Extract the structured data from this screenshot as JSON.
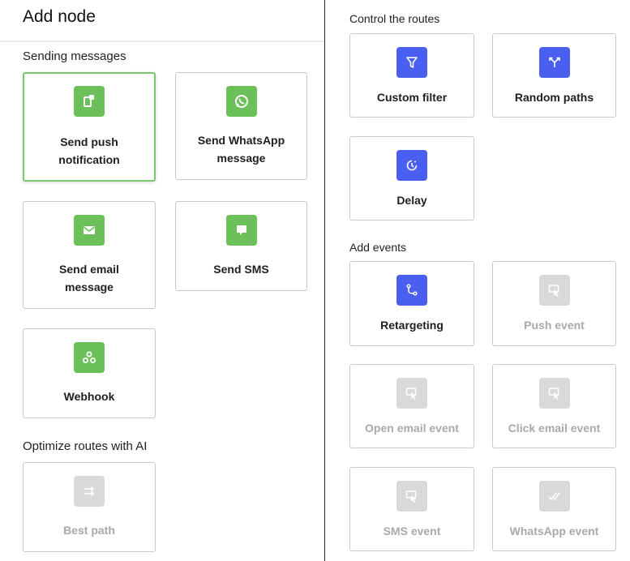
{
  "header": {
    "title": "Add node"
  },
  "sections": {
    "sending": "Sending messages",
    "optimize": "Optimize routes with AI",
    "control": "Control the routes",
    "events": "Add events"
  },
  "nodes": {
    "send_push": "Send push notification",
    "send_whatsapp": "Send WhatsApp message",
    "send_email": "Send email message",
    "send_sms": "Send SMS",
    "webhook": "Webhook",
    "best_path": "Best path",
    "custom_filter": "Custom filter",
    "random_paths": "Random paths",
    "delay": "Delay",
    "retargeting": "Retargeting",
    "push_event": "Push event",
    "open_email_event": "Open email event",
    "click_email_event": "Click email event",
    "sms_event": "SMS event",
    "whatsapp_event": "WhatsApp event"
  },
  "colors": {
    "green": "#6cc05a",
    "blue": "#4a5ff0",
    "disabled": "#d9d9db",
    "selected_border": "#7bc66b"
  },
  "icons": {
    "send_push": "push-notification-icon",
    "send_whatsapp": "whatsapp-icon",
    "send_email": "envelope-icon",
    "send_sms": "chat-bubble-icon",
    "webhook": "webhook-icon",
    "best_path": "shuffle-arrows-icon",
    "custom_filter": "funnel-icon",
    "random_paths": "split-arrows-icon",
    "delay": "clock-icon",
    "retargeting": "retarget-icon",
    "events": "cursor-click-icon",
    "whatsapp_event": "double-check-icon"
  }
}
